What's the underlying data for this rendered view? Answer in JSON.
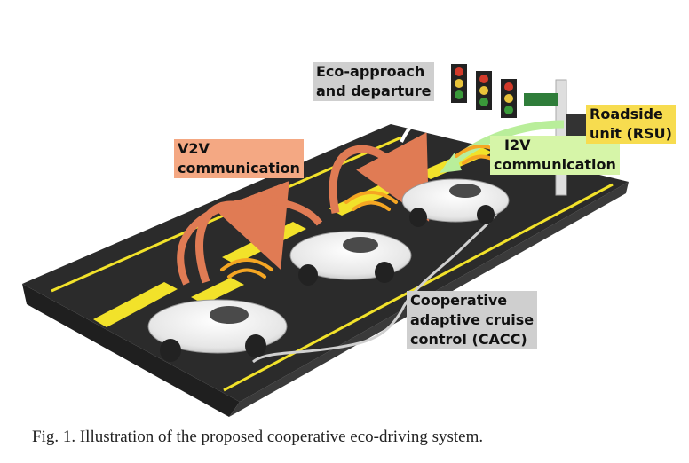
{
  "figure": {
    "labels": {
      "eco_line1": "Eco-approach",
      "eco_line2": "and departure",
      "v2v_line1": "V2V",
      "v2v_line2": "communication",
      "i2v_line1": "I2V",
      "i2v_line2": "communication",
      "rsu_line1": "Roadside",
      "rsu_line2": "unit (RSU)",
      "cacc_line1": "Cooperative",
      "cacc_line2": "adaptive cruise",
      "cacc_line3": "control (CACC)"
    },
    "caption": "Fig. 1.   Illustration of the proposed cooperative eco-driving system."
  },
  "colors": {
    "road": "#2b2b2b",
    "lane_yellow": "#f2e22a",
    "v2v_arrow": "#e07b54",
    "i2v_arrow": "#b9ee9a",
    "signal_wave": "#f5a623"
  },
  "icons": [
    "car-icon",
    "traffic-light-icon",
    "roadside-unit-icon",
    "wireless-signal-icon",
    "v2v-arrow-icon",
    "i2v-arrow-icon"
  ]
}
